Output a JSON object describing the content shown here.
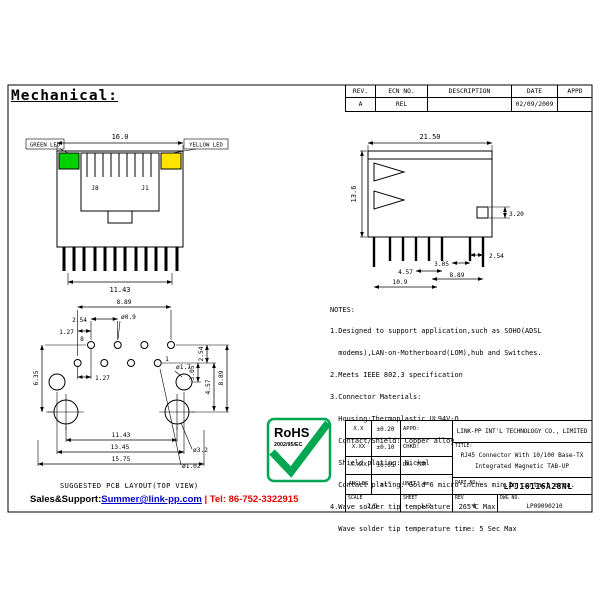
{
  "sheet": {
    "title": "Mechanical:"
  },
  "revision_table": {
    "headers": [
      "REV.",
      "ECN NO.",
      "DESCRIPTION",
      "DATE",
      "APPD"
    ],
    "row": {
      "rev": "A",
      "ecn": "REL",
      "description": "",
      "date": "02/09/2009",
      "appd": ""
    }
  },
  "front_view": {
    "green_led_label": "GREEN LED",
    "yellow_led_label": "YELLOW LED",
    "dim_top": "16.0",
    "dim_bottom": "11.43",
    "jack_pin_left": "J8",
    "jack_pin_right": "J1"
  },
  "side_view": {
    "dim_top": "21.50",
    "dim_left": "13.6",
    "dim_right": "3.20",
    "dim_b1": "2.54",
    "dim_b2": "3.05",
    "dim_b3": "4.57",
    "dim_b4": "8.89",
    "dim_b5": "10.9"
  },
  "notes": {
    "heading": "NOTES:",
    "lines": [
      "1.Designed to support application,such as SOHO(ADSL",
      "  modems),LAN-on-Motherboard(LOM),hub and Switches.",
      "2.Meets IEEE 802.3 specification",
      "3.Connector Materials:",
      "  Housing:Thermoplastic UL94V-O",
      "  Contact/Shield: Copper alloy",
      "  Shield plating: Nickel",
      "  Contact plating: Gold 6 micro-inches min.In contact area.",
      "4.Wave solder tip temperature: 265℃ Max",
      "  Wave solder tip temperature time: 5 Sec Max"
    ]
  },
  "pcb_layout": {
    "caption": "SUGGESTED PCB LAYOUT(TOP VIEW)",
    "dim_top_889": "8.89",
    "dim_top_254": "2.54",
    "dim_top_127": "1.27",
    "hole_led": "ø0.9",
    "hole_shield": "ø1.7",
    "hole_post": "ø3.2",
    "hole_pin": "ø1.02",
    "dim_right_254": "2.54",
    "dim_right_305": "3.05",
    "dim_right_457": "4.57",
    "dim_right_889": "8.89",
    "dim_left_635": "6.35",
    "dim_mid_127": "1.27",
    "dim_bot_1143": "11.43",
    "dim_bot_1345": "13.45",
    "dim_bot_1575": "15.75",
    "pin_8": "8",
    "pin_1": "1"
  },
  "rohs": {
    "label": "RoHS",
    "directive": "2002/95/EC"
  },
  "title_block": {
    "tol_rows": [
      {
        "label": "X.X",
        "value": "±0.20"
      },
      {
        "label": "X.XX",
        "value": "±0.10"
      },
      {
        "label": "X.XXX",
        "value": "±0.05"
      },
      {
        "label": "ANGLES",
        "value": "±1°"
      }
    ],
    "appd_label": "APPD:",
    "chkd_label": "CHKD:",
    "dr_label": "DR:",
    "dr_value": "TOM",
    "unit_label": "UNIT:",
    "unit_value": "mm",
    "company": "LINK-PP INT'L TECHNOLOGY CO., LIMITED",
    "title_label": "TITLE:",
    "title_line1": "RJ45 Connector With 10/100 Base-TX",
    "title_line2": "Integrated Magnetic TAB-UP",
    "part_label": "PART NO.:",
    "part_number": "LPJ16116A28NL",
    "scale_label": "SCALE",
    "scale_value": "2/1",
    "sheet_label": "SHEET",
    "sheet_value": "1/2",
    "rev_label": "REV",
    "rev_value": "A",
    "dwg_label": "DWG NO.",
    "dwg_value": "LP09090210"
  },
  "footer": {
    "support_label": "Sales&Support:",
    "email": "Summer@link-pp.com",
    "separator": " | ",
    "tel": "Tel: 86-752-3322915"
  },
  "colors": {
    "green_led": "#00d200",
    "yellow_led": "#ffe400",
    "rohs_green": "#00a651",
    "rohs_red": "#cc2229",
    "email_blue": "#0000cc",
    "tel_red": "#e60000"
  }
}
